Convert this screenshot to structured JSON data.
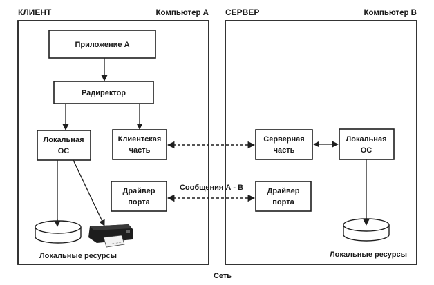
{
  "client": {
    "title": "КЛИЕНТ",
    "computer": "Компьютер А",
    "boxes": {
      "app": "Приложение А",
      "redirector": "Радиректор",
      "local_os": [
        "Локальная",
        "ОС"
      ],
      "client_part": [
        "Клиентская",
        "часть"
      ],
      "port_driver": [
        "Драйвер",
        "порта"
      ]
    },
    "resources_label": "Локальные ресурсы"
  },
  "server": {
    "title": "СЕРВЕР",
    "computer": "Компьютер В",
    "boxes": {
      "server_part": [
        "Серверная",
        "часть"
      ],
      "local_os": [
        "Локальная",
        "ОС"
      ],
      "port_driver": [
        "Драйвер",
        "порта"
      ]
    },
    "resources_label": "Локальные ресурсы"
  },
  "messages_label": "Сообщения А - В",
  "network_label": "Сеть",
  "icons": [
    "disk-icon",
    "printer-icon",
    "disk-icon"
  ]
}
